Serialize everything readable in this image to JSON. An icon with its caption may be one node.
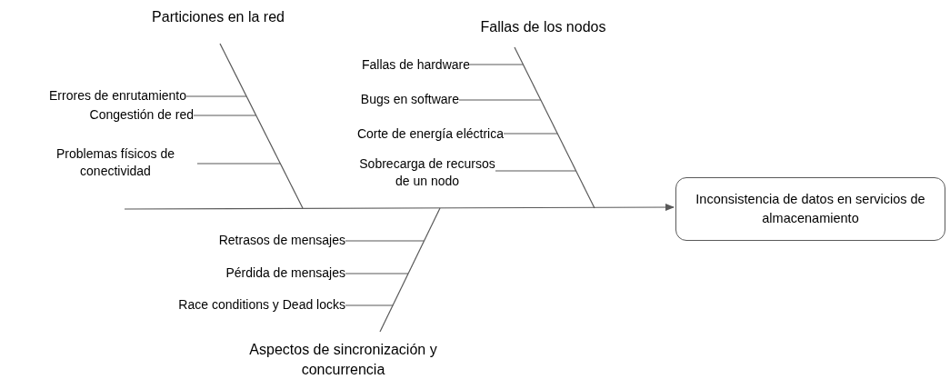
{
  "diagram": {
    "nodes": [
      {
        "text": [
          "Particiones en la red"
        ]
      },
      {
        "text": [
          "Errores de enrutamiento"
        ]
      },
      {
        "text": [
          "Congestión de red"
        ]
      },
      {
        "text": [
          "Problemas físicos de conectividad"
        ]
      },
      {
        "text": [
          "Fallas de los nodos"
        ]
      },
      {
        "text": [
          "Fallas de hardware"
        ]
      },
      {
        "text": [
          "Bugs en software"
        ]
      },
      {
        "text": [
          "Corte de energía eléctrica"
        ]
      },
      {
        "text": [
          "Sobrecarga de recursos de un nodo"
        ]
      },
      {
        "text": [
          "Retrasos de mensajes"
        ]
      },
      {
        "text": [
          "Pérdida de mensajes"
        ]
      },
      {
        "text": [
          "Race conditions y Dead locks"
        ]
      },
      {
        "text": [
          "Aspectos de sincronización y concurrencia"
        ]
      },
      {
        "text": [
          "Inconsistencia de datos en servicios de almacenamiento"
        ]
      }
    ],
    "edges": [
      {
        "from": null,
        "to": 13,
        "arrow": "to"
      },
      {
        "from": 0,
        "to": null,
        "arrow": "none"
      },
      {
        "from": 4,
        "to": null,
        "arrow": "none"
      },
      {
        "from": 12,
        "to": null,
        "arrow": "none"
      },
      {
        "from": 1,
        "to": null,
        "arrow": "none"
      },
      {
        "from": 2,
        "to": null,
        "arrow": "none"
      },
      {
        "from": 3,
        "to": null,
        "arrow": "none"
      },
      {
        "from": 5,
        "to": null,
        "arrow": "none"
      },
      {
        "from": 6,
        "to": null,
        "arrow": "none"
      },
      {
        "from": 7,
        "to": null,
        "arrow": "none"
      },
      {
        "from": 8,
        "to": null,
        "arrow": "none"
      },
      {
        "from": 9,
        "to": null,
        "arrow": "none"
      },
      {
        "from": 10,
        "to": null,
        "arrow": "none"
      },
      {
        "from": 11,
        "to": null,
        "arrow": "none"
      }
    ]
  }
}
